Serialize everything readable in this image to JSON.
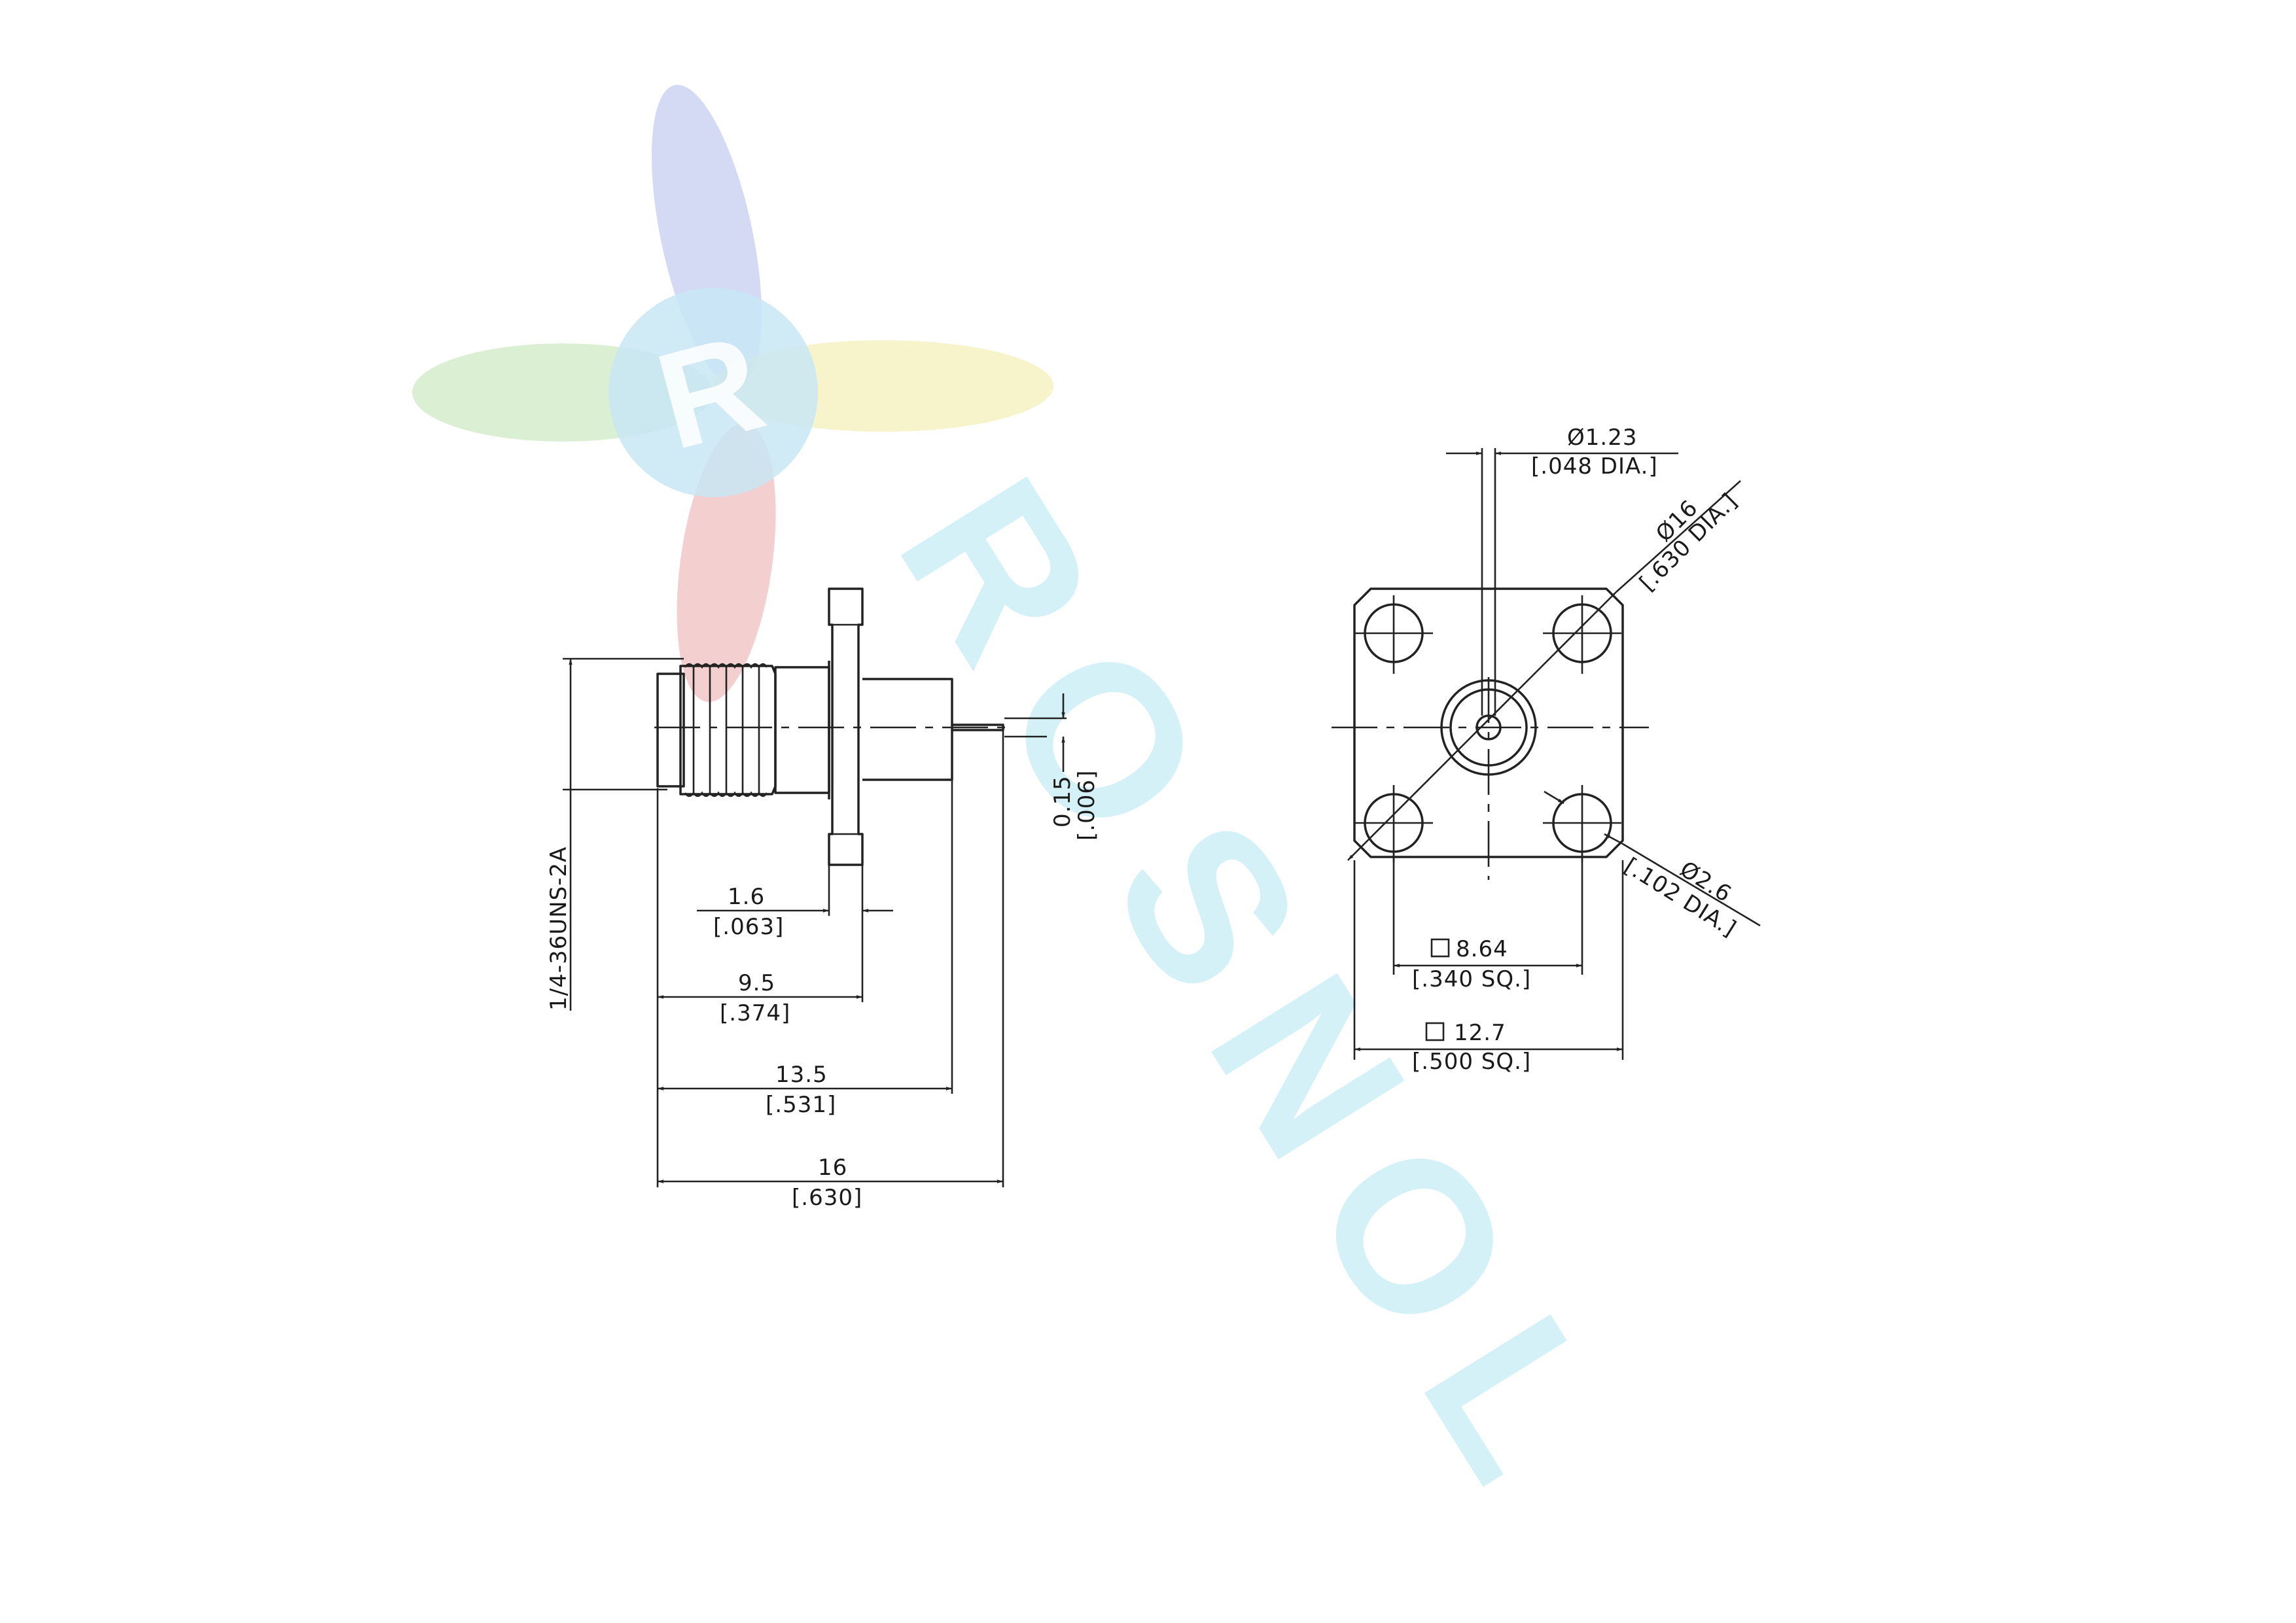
{
  "watermark": {
    "brand_text": "ROSNOL",
    "logo_letter": "R",
    "colors": {
      "blue": "#c7cdf0",
      "red": "#f1c3c3",
      "green": "#cfe9c4",
      "yellow": "#f5f0be",
      "cyan": "#bfeaf4"
    }
  },
  "side_view": {
    "thread_label": "1/4-36UNS-2A",
    "dims": {
      "flange_thickness": {
        "mm": "1.6",
        "inch": "[.063]"
      },
      "length_9_5": {
        "mm": "9.5",
        "inch": "[.374]"
      },
      "length_13_5": {
        "mm": "13.5",
        "inch": "[.531]"
      },
      "length_16": {
        "mm": "16",
        "inch": "[.630]"
      },
      "pin_dia": {
        "mm": "0.15",
        "inch": "[.006]"
      }
    }
  },
  "front_view": {
    "dims": {
      "center_pin": {
        "mm": "Ø1.23",
        "inch": "[.048 DIA.]"
      },
      "flange_dia": {
        "mm": "Ø16",
        "inch": "[.630 DIA.]"
      },
      "hole_dia": {
        "mm": "Ø2.6",
        "inch": "[.102 DIA.]"
      },
      "hole_spacing": {
        "mm": "8.64",
        "inch": "[.340 SQ.]",
        "symbol": "square"
      },
      "flange_size": {
        "mm": "12.7",
        "inch": "[.500 SQ.]",
        "symbol": "square"
      }
    }
  }
}
